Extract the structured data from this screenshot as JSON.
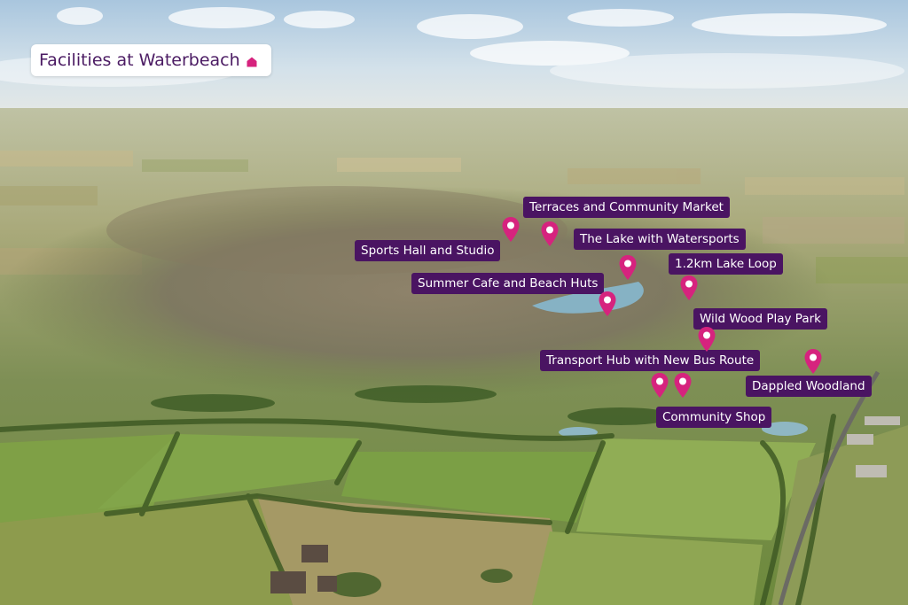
{
  "title": "Facilities at Waterbeach",
  "colors": {
    "label_bg": "#4a1462",
    "pin": "#d6237e",
    "title_text": "#4b1b63"
  },
  "icons": {
    "home": "home-icon",
    "pin": "map-pin-icon"
  },
  "labels": {
    "terraces": "Terraces and Community Market",
    "sports": "Sports Hall and Studio",
    "lake": "The Lake with Watersports",
    "loop": "1.2km Lake Loop",
    "cafe": "Summer Cafe and Beach Huts",
    "woodplay": "Wild Wood Play Park",
    "transport": "Transport Hub with New Bus Route",
    "woodland": "Dappled Woodland",
    "shop": "Community Shop"
  }
}
